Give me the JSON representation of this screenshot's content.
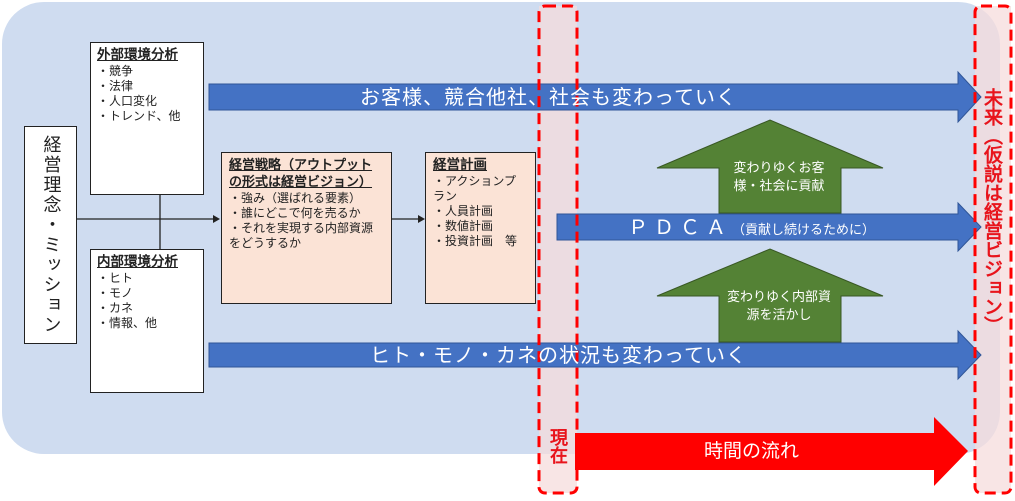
{
  "mission": "経営理念・ミッション",
  "external": {
    "title": "外部環境分析",
    "items": [
      "・競争",
      "・法律",
      "・人口変化",
      "・トレンド、他"
    ]
  },
  "internal": {
    "title": "内部環境分析",
    "items": [
      "・ヒト",
      "・モノ",
      "・カネ",
      "・情報、他"
    ]
  },
  "strategy": {
    "title": "経営戦略（アウトプットの形式は経営ビジョン）",
    "items": [
      "・強み（選ばれる要素）",
      "・誰にどこで何を売るか",
      "・それを実現する内部資源をどうするか"
    ]
  },
  "plan": {
    "title": "経営計画",
    "items": [
      "・アクションプラン",
      "・人員計画",
      "・数値計画",
      "・投資計画　等"
    ]
  },
  "arrows": {
    "top": "お客様、競合他社、社会も変わっていく",
    "pdca_main": "ＰＤＣＡ",
    "pdca_sub": "（貢献し続けるために）",
    "bottom": "ヒト・モノ・カネの状況も変わっていく",
    "time": "時間の流れ"
  },
  "up_arrows": {
    "upper": "変わりゆくお客様・社会に貢献",
    "lower": "変わりゆく内部資源を活かし"
  },
  "present": "現在",
  "future": "未来（仮説は経営ビジョン）",
  "colors": {
    "panel": "#cfdcf0",
    "blue_arrow": "#4472c4",
    "green_arrow": "#548235",
    "red": "#ff0000",
    "peach_box": "#fbe3d6"
  }
}
